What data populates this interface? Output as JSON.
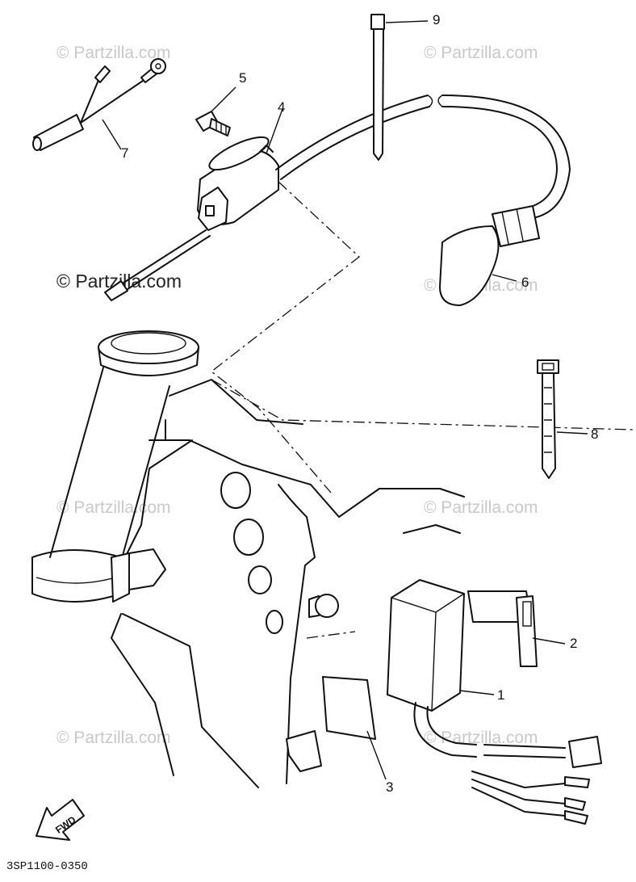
{
  "watermark": "© Partzilla.com",
  "callouts": [
    "1",
    "2",
    "3",
    "4",
    "5",
    "6",
    "7",
    "8",
    "9"
  ],
  "diagram_code": "3SP1100-0350",
  "fwd_label": "FWD",
  "icons": {
    "fwd_arrow": "arrow-left-down-icon"
  }
}
